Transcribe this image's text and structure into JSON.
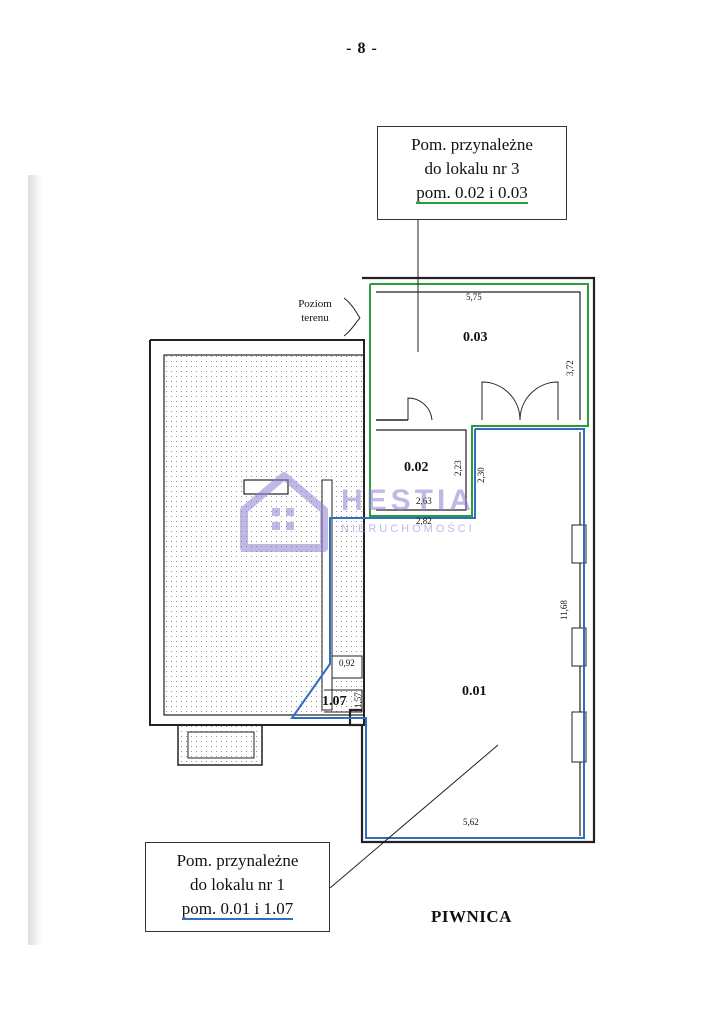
{
  "page_number": "- 8 -",
  "callout_top": {
    "line1": "Pom. przynależne",
    "line2": "do lokalu nr 3",
    "line3": "pom. 0.02 i 0.03"
  },
  "callout_bottom": {
    "line1": "Pom. przynależne",
    "line2": "do lokalu nr 1",
    "line3": "pom. 0.01 i 1.07"
  },
  "terrain_label": {
    "line1": "Poziom",
    "line2": "terenu"
  },
  "rooms": {
    "r003": "0.03",
    "r002": "0.02",
    "r001": "0.01",
    "r107": "1.07"
  },
  "dimensions": {
    "d575": "5,75",
    "d372": "3,72",
    "d223": "2,23",
    "d230": "2,30",
    "d263": "2,63",
    "d282": "2,82",
    "d1168": "11,68",
    "d092": "0,92",
    "d157": "1,57",
    "d562": "5,62"
  },
  "floor_title": "PIWNICA",
  "watermark": {
    "word": "HESTIA",
    "sub": "NIERUCHOMOŚCI"
  },
  "colors": {
    "green": "#2e9b3a",
    "blue": "#2f6fc0",
    "wall": "#222222"
  }
}
